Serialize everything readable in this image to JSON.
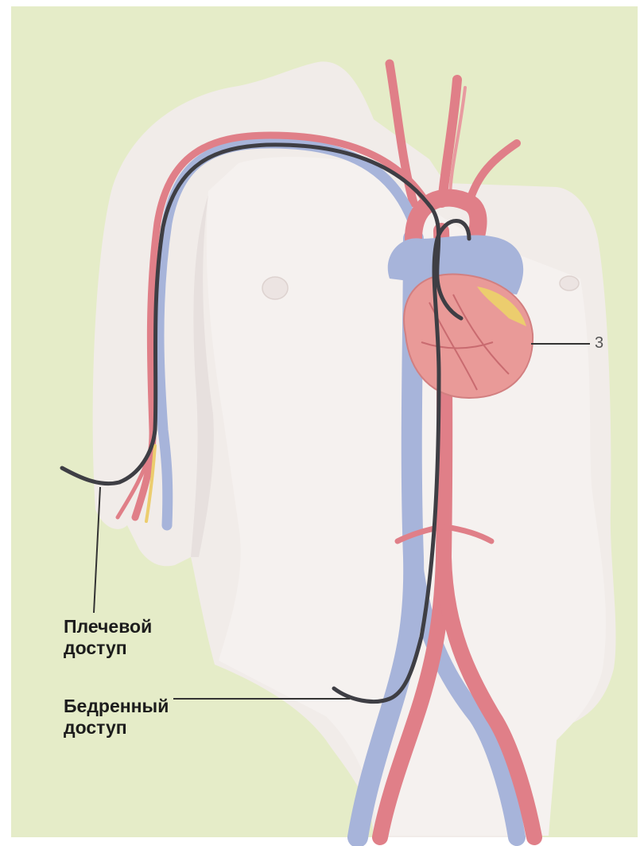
{
  "labels": {
    "brachial": [
      "Плечевой",
      "доступ"
    ],
    "femoral": [
      "Бедренный",
      "доступ"
    ],
    "marker": "3"
  },
  "colors": {
    "background": "#e5ecc8",
    "skin": "#f1ece9",
    "artery": "#e07f88",
    "vein": "#a7b4da",
    "catheter": "#3e3e44",
    "heart": "#e99a98",
    "fat": "#eccd6e"
  }
}
